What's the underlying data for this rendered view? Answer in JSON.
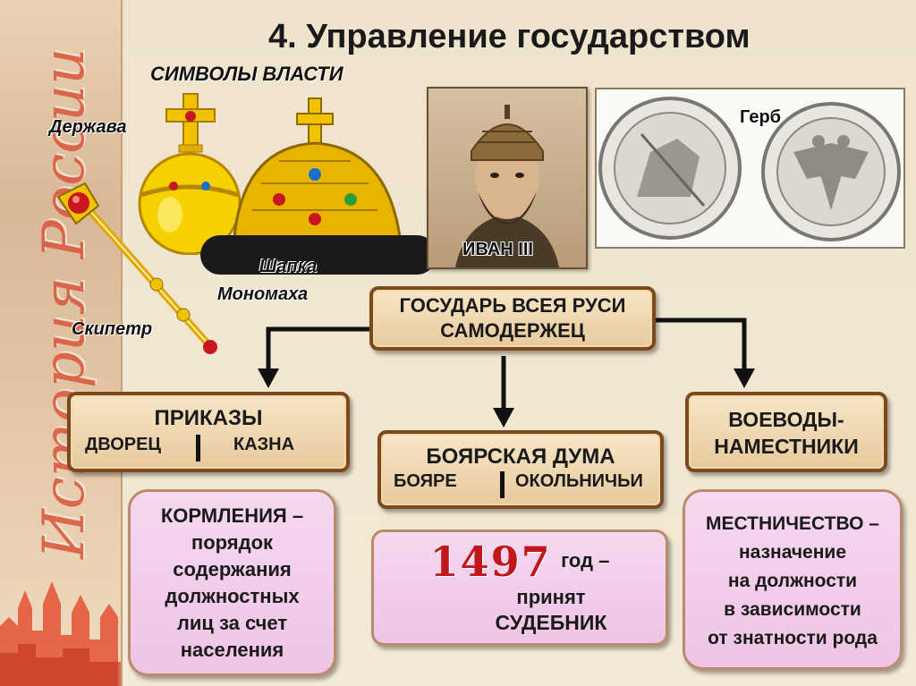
{
  "title": "4. Управление государством",
  "symbols": {
    "heading": "СИМВОЛЫ ВЛАСТИ",
    "orb": "Держава",
    "crown_line1": "Шапка",
    "crown_line2": "Мономаха",
    "scepter": "Скипетр"
  },
  "strip_text": "История России",
  "portrait_caption": "ИВАН III",
  "coat_of_arms_label": "Герб",
  "ruler_box": {
    "line1": "ГОСУДАРЬ ВСЕЯ РУСИ",
    "line2": "САМОДЕРЖЕЦ"
  },
  "prikazy_box": {
    "title": "ПРИКАЗЫ",
    "left": "ДВОРЕЦ",
    "right": "КАЗНА"
  },
  "duma_box": {
    "title": "БОЯРСКАЯ ДУМА",
    "left": "БОЯРЕ",
    "right": "ОКОЛЬНИЧЬИ"
  },
  "voevody_box": {
    "line1": "ВОЕВОДЫ-",
    "line2": "НАМЕСТНИКИ"
  },
  "kormlenie_box": {
    "lines": [
      "КОРМЛЕНИЯ –",
      "порядок",
      "содержания",
      "должностных",
      "лиц за счет",
      "населения"
    ]
  },
  "sudebnik_box": {
    "year": "1497",
    "year_suffix": "год –",
    "line2": "принят",
    "line3": "СУДЕБНИК"
  },
  "mestnichestvo_box": {
    "lines": [
      "МЕСТНИЧЕСТВО –",
      "назначение",
      "на должности",
      "в зависимости",
      "от знатности рода"
    ]
  },
  "colors": {
    "box_border": "#7a4a1c",
    "pink_box": "#f3cdea",
    "year_red": "#c0161c",
    "strip_text": "#d9563c"
  }
}
